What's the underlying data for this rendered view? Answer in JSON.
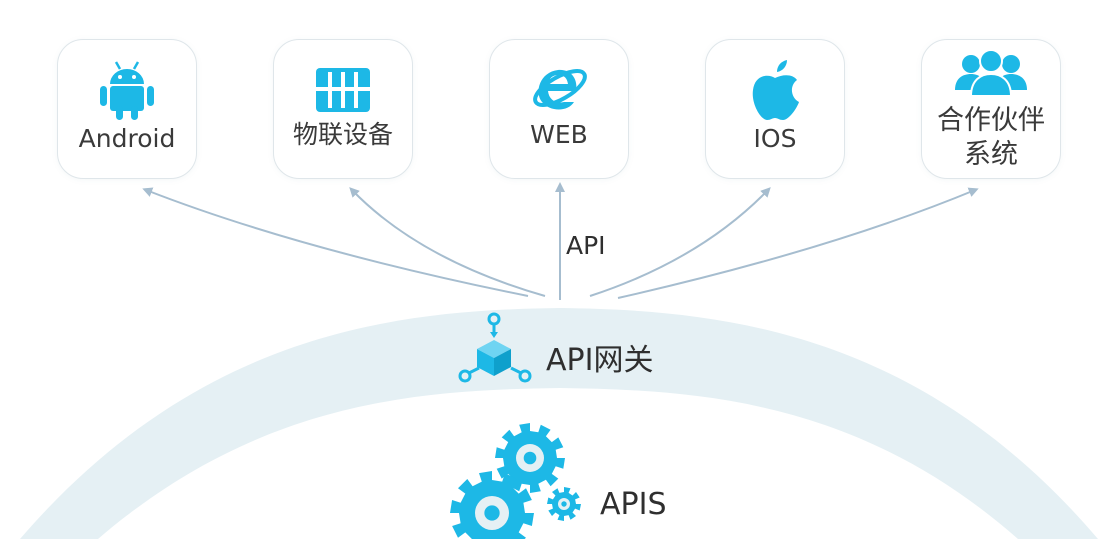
{
  "clients": [
    {
      "label": "Android",
      "icon": "android-icon"
    },
    {
      "label": "物联设备",
      "icon": "iot-device-icon"
    },
    {
      "label": "WEB",
      "icon": "ie-browser-icon"
    },
    {
      "label": "IOS",
      "icon": "apple-icon"
    },
    {
      "label": "合作伙伴\n系统",
      "icon": "partners-icon"
    }
  ],
  "api_label": "API",
  "gateway": {
    "label": "API网关",
    "icon": "gateway-cube-icon"
  },
  "apis": {
    "label": "APIS",
    "icon": "gears-icon"
  },
  "colors": {
    "accent": "#1db8e6",
    "arc": "#e5f0f4",
    "arrow": "#a6bdcf",
    "card_border": "#dfe6ea"
  }
}
